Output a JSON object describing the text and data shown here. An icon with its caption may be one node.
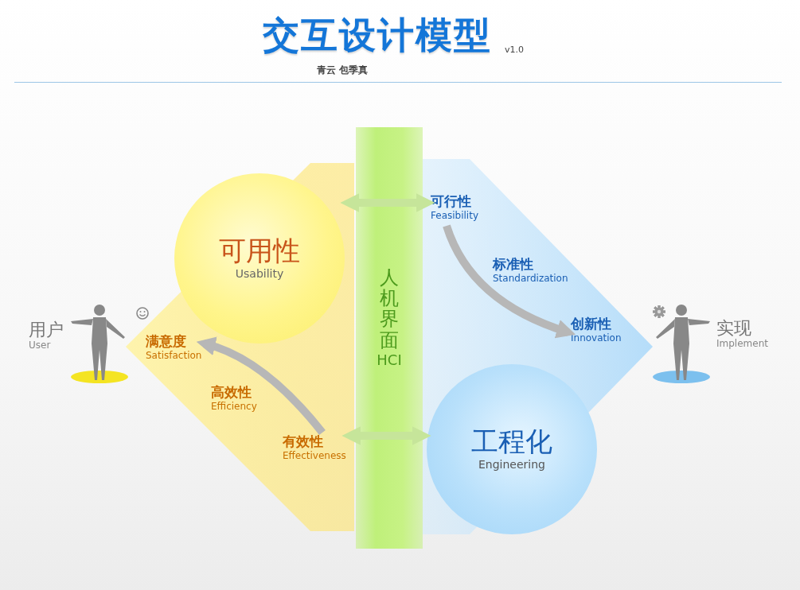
{
  "diagram": {
    "title": "交互设计模型",
    "nodes": [
      {
        "text": [
          "用户",
          "User"
        ]
      },
      {
        "text": [
          "可用性",
          "Usability"
        ]
      },
      {
        "text": [
          "满意度",
          "Satisfaction"
        ]
      },
      {
        "text": [
          "高效性",
          "Efficiency"
        ]
      },
      {
        "text": [
          "有效性",
          "Effectiveness"
        ]
      },
      {
        "text": [
          "人机界面",
          "HCI"
        ]
      },
      {
        "text": [
          "可行性",
          "Feasibility"
        ]
      },
      {
        "text": [
          "标准性",
          "Standardization"
        ]
      },
      {
        "text": [
          "创新性",
          "Innovation"
        ]
      },
      {
        "text": [
          "工程化",
          "Engineering"
        ]
      },
      {
        "text": [
          "实现",
          "Implement"
        ]
      }
    ],
    "edges": [
      {
        "from": 1,
        "to": 6,
        "arrow": "both",
        "color": "#c6e59a"
      },
      {
        "from": 4,
        "to": 9,
        "arrow": "both",
        "color": "#c6e59a"
      },
      {
        "from": 4,
        "to": 2,
        "arrow": "to"
      },
      {
        "from": 6,
        "to": 8,
        "arrow": "to"
      }
    ],
    "labels": [
      "v1.0",
      "青云 包季真"
    ]
  }
}
